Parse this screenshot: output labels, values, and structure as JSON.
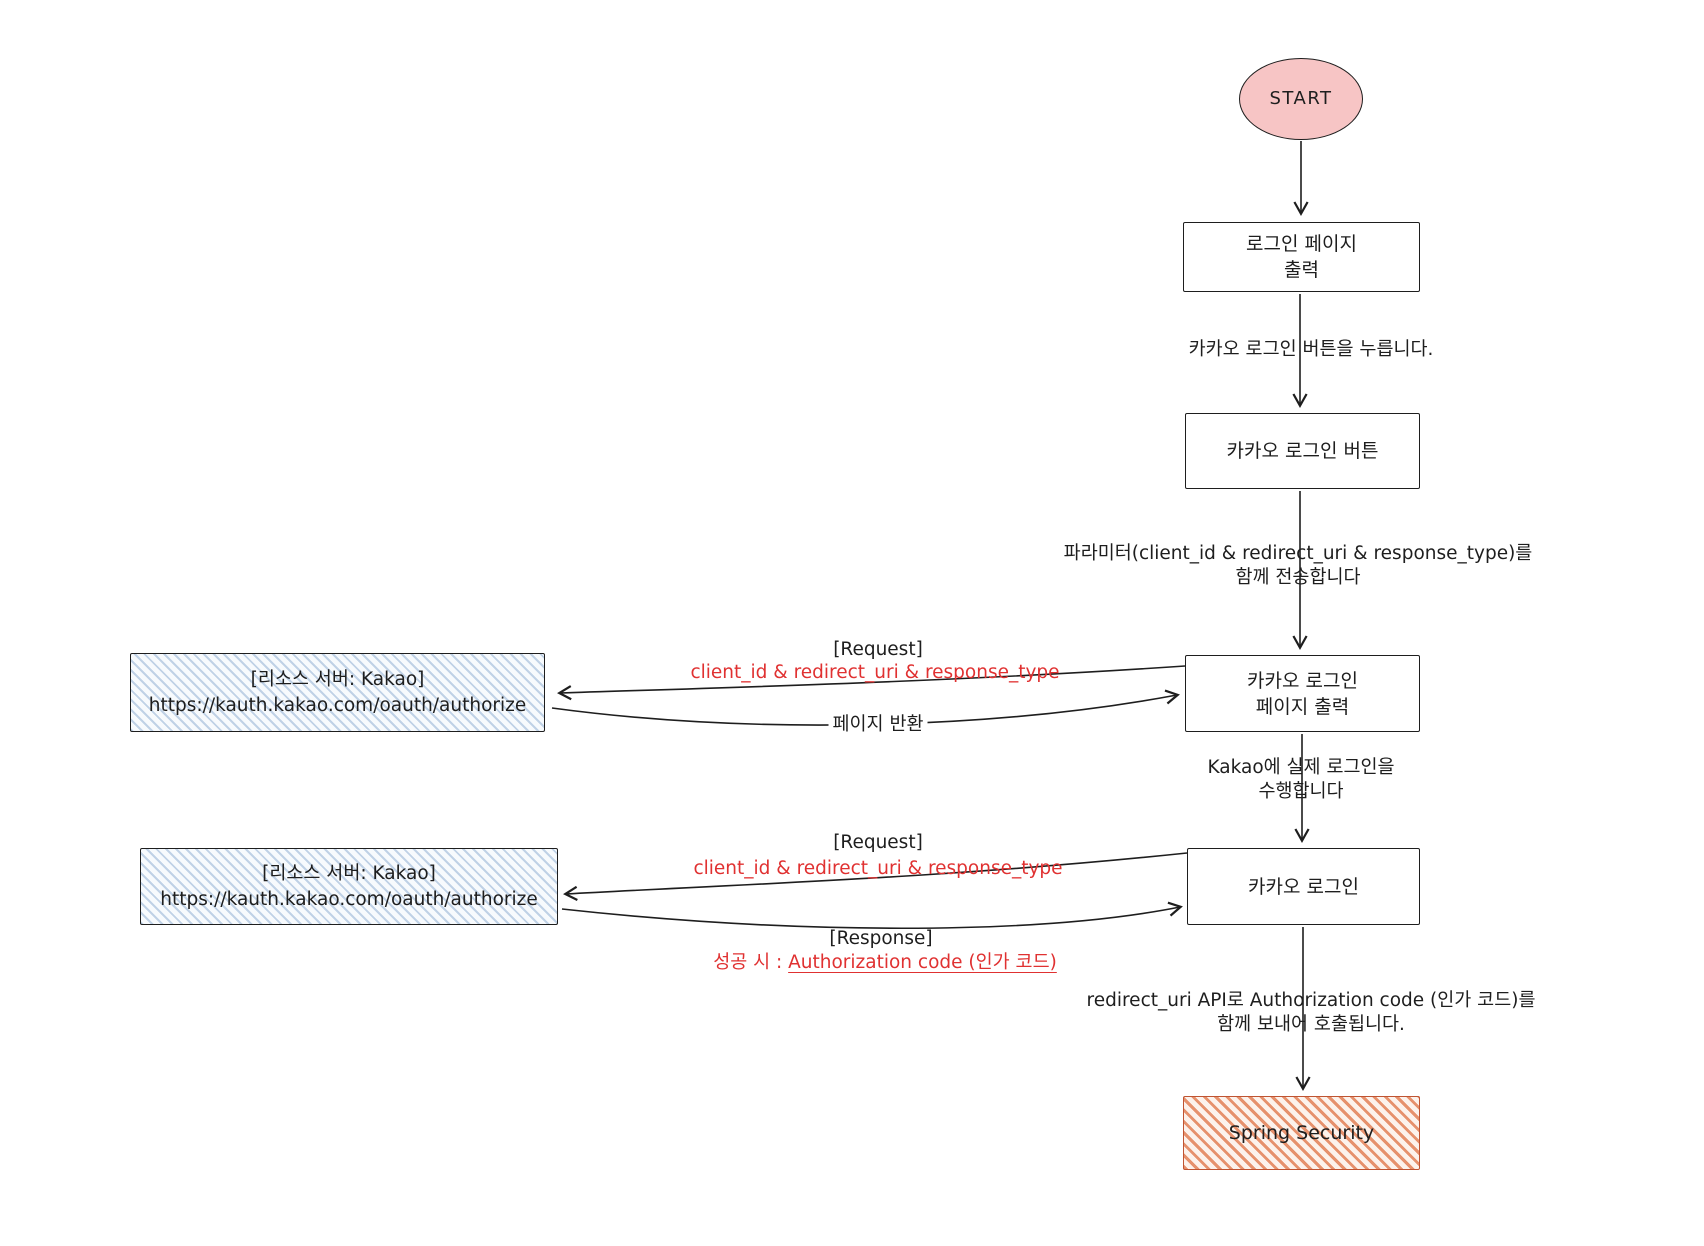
{
  "diagram_title": "Kakao OAuth login flow with Spring Security",
  "colors": {
    "stroke": "#1e1e1e",
    "red_text": "#e03131",
    "start_fill": "#f7c5c5",
    "resource_hatch": "#92b0d4",
    "spring_border": "#bf5432",
    "spring_hatch": "#e0764a"
  },
  "nodes": {
    "start": {
      "label": "START"
    },
    "login_page": {
      "line1": "로그인 페이지",
      "line2": "출력"
    },
    "kakao_login_button": {
      "label": "카카오 로그인 버튼"
    },
    "kakao_login_page": {
      "line1": "카카오 로그인",
      "line2": "페이지 출력"
    },
    "kakao_login": {
      "label": "카카오 로그인"
    },
    "spring_security": {
      "label": "Spring Security"
    },
    "resource_server_1": {
      "line1": "[리소스 서버: Kakao]",
      "line2": "https://kauth.kakao.com/oauth/authorize"
    },
    "resource_server_2": {
      "line1": "[리소스 서버: Kakao]",
      "line2": "https://kauth.kakao.com/oauth/authorize"
    }
  },
  "edge_labels": {
    "press_button": "카카오 로그인 버튼을 누릅니다.",
    "send_params_line1": "파라미터(client_id & redirect_uri & response_type)를",
    "send_params_line2": "함께 전송합니다",
    "request1_title": "[Request]",
    "request1_params": "client_id & redirect_uri & response_type",
    "page_return": "페이지 반환",
    "real_login_line1": "Kakao에 실제 로그인을",
    "real_login_line2": "수행합니다",
    "request2_title": "[Request]",
    "request2_params": "client_id & redirect_uri & response_type",
    "response_title": "[Response]",
    "response_prefix": "성공 시 : ",
    "response_underlined": "Authorization code (인가 코드)",
    "redirect_line1": "redirect_uri API로 Authorization code (인가 코드)를",
    "redirect_line2": "함께 보내어 호출됩니다."
  }
}
